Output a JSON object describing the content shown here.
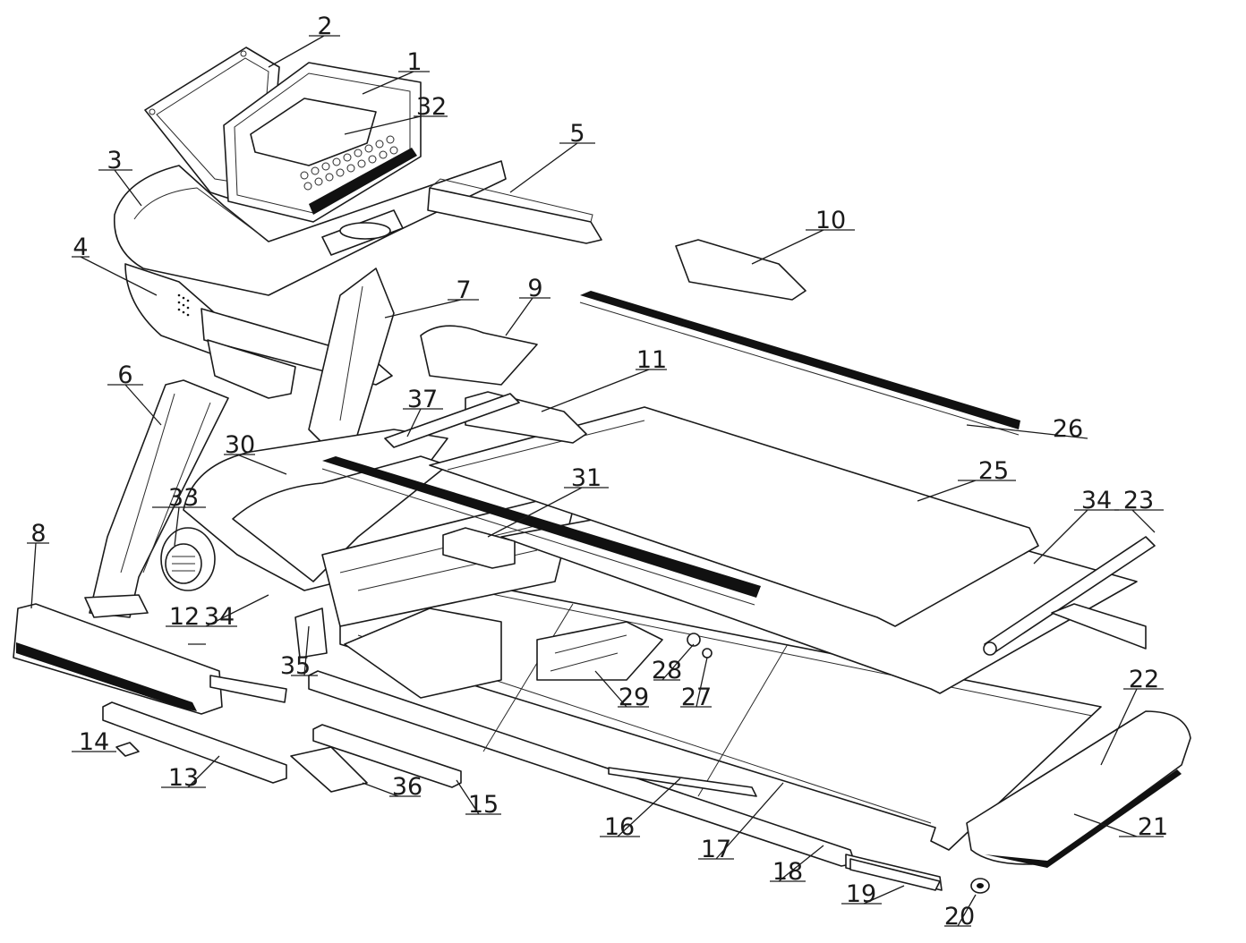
{
  "labels": {
    "p1": "1",
    "p2": "2",
    "p3": "3",
    "p4": "4",
    "p5": "5",
    "p6": "6",
    "p7": "7",
    "p8": "8",
    "p9": "9",
    "p10": "10",
    "p11": "11",
    "p12": "12",
    "p13": "13",
    "p14": "14",
    "p15": "15",
    "p16": "16",
    "p17": "17",
    "p18": "18",
    "p19": "19",
    "p20": "20",
    "p21": "21",
    "p22": "22",
    "p23": "23",
    "p25": "25",
    "p26": "26",
    "p27": "27",
    "p28": "28",
    "p29": "29",
    "p30": "30",
    "p31": "31",
    "p32": "32",
    "p33": "33",
    "p34a": "34",
    "p34b": "34",
    "p35": "35",
    "p36": "36",
    "p37": "37"
  }
}
